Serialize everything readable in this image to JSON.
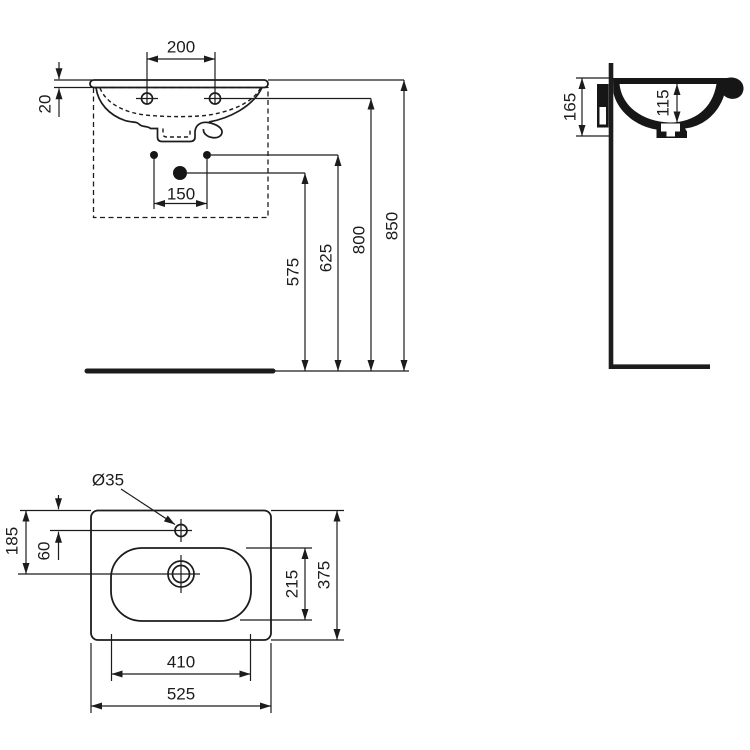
{
  "page": {
    "background_color": "#ffffff",
    "line_color": "#1c1c1c",
    "description": "Washbasin technical dimension drawing with three orthographic views"
  },
  "front_view": {
    "tap_hole_spacing": "200",
    "rim_thickness": "20",
    "fixing_hole_spacing": "150",
    "waste_outlet_height": "575",
    "fixing_holes_height": "625",
    "tap_holes_height": "800",
    "rim_top_height": "850"
  },
  "side_view": {
    "overall_depth_vertical": "165",
    "bowl_inner_depth": "115"
  },
  "plan_view": {
    "tap_hole_diameter": "Ø35",
    "waste_outlet_from_back": "185",
    "tap_hole_from_back": "60",
    "bowl_inner_width": "215",
    "overall_depth": "375",
    "bowl_inner_length": "410",
    "overall_width": "525"
  }
}
